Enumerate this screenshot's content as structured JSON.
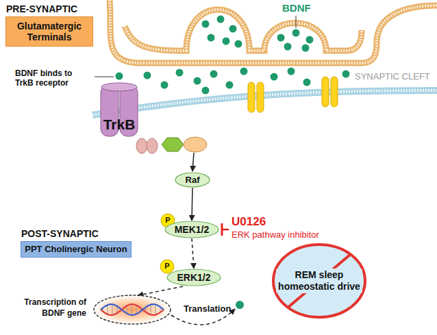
{
  "diagram": {
    "nodes": [
      {
        "text": [
          "PRE-SYNAPTIC",
          "Glutamatergic Terminals"
        ]
      },
      {
        "text": [
          "TrkB"
        ]
      },
      {
        "text": [
          "Raf"
        ]
      },
      {
        "text": [
          "MEK1/2"
        ]
      },
      {
        "text": [
          "ERK1/2"
        ]
      },
      {
        "text": [
          "POST-SYNAPTIC",
          "PPT Cholinergic Neuron"
        ]
      },
      {
        "text": [
          "Transcription of BDNF gene"
        ]
      },
      {
        "text": [
          "REM sleep homeostatic drive"
        ]
      }
    ],
    "edges": [
      {
        "from": 2,
        "to": 3,
        "arrow": "to"
      },
      {
        "from": 3,
        "to": 4,
        "arrow": "to"
      },
      {
        "from": 4,
        "to": 6,
        "arrow": "to"
      }
    ],
    "labels": [
      "BDNF",
      "BDNF binds to TrkB receptor",
      "SYNAPTIC CLEFT",
      "P",
      "P",
      "U0126",
      "ERK pathway inhibitor",
      "Translation"
    ]
  }
}
